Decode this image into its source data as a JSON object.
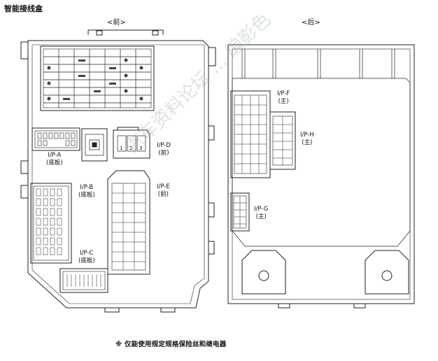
{
  "title": "智能接线盒",
  "views": {
    "front": "<前>",
    "rear": "<后>"
  },
  "connectors": {
    "ipa": {
      "name": "I/P-A",
      "sub": "(底板)"
    },
    "ipb": {
      "name": "I/P-B",
      "sub": "(底板)"
    },
    "ipc": {
      "name": "I/P-C",
      "sub": "(底板)"
    },
    "ipd": {
      "name": "I/P-D",
      "sub": "(前)"
    },
    "ipe": {
      "name": "I/P-E",
      "sub": "(前)"
    },
    "ipf": {
      "name": "I/P-F",
      "sub": "(主)"
    },
    "ipg": {
      "name": "I/P-G",
      "sub": "(主)"
    },
    "iph": {
      "name": "I/P-H",
      "sub": "(主)"
    }
  },
  "pins_ipd": [
    "1",
    "2",
    "3"
  ],
  "watermark": "汽车资料论坛 ... 编影色",
  "note": "※ 仅能使用规定规格保险丝和继电器",
  "colors": {
    "line": "#222222",
    "bg": "#ffffff"
  }
}
